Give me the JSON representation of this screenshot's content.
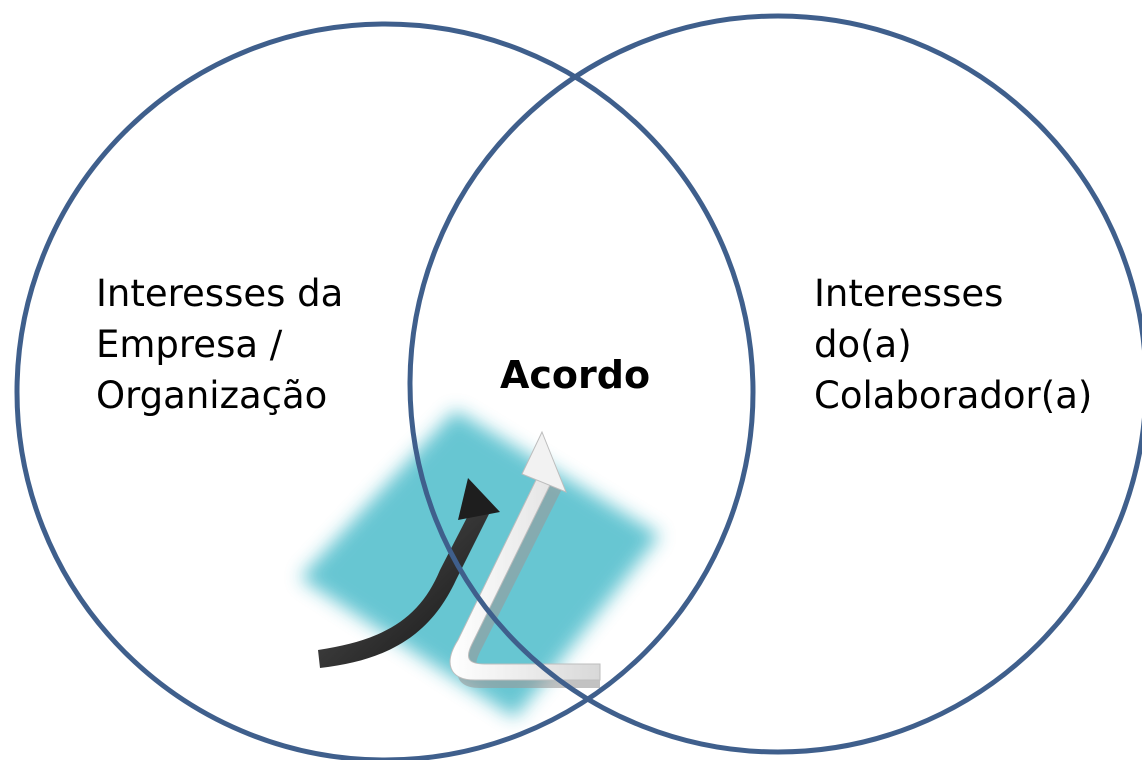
{
  "diagram": {
    "left_set": {
      "lines": [
        "Interesses da",
        "Empresa /",
        "Organização"
      ]
    },
    "right_set": {
      "lines": [
        "Interesses",
        "do(a)",
        "Colaborador(a)"
      ]
    },
    "intersection": {
      "label": "Acordo"
    },
    "colors": {
      "circle_stroke": "#3f5f8c",
      "arrow_panel": "#5fc3d0",
      "dark_arrow": "#2a2a2a",
      "light_arrow": "#eeeeee",
      "text": "#000000"
    },
    "icons": [
      "rising-arrows-icon"
    ]
  }
}
